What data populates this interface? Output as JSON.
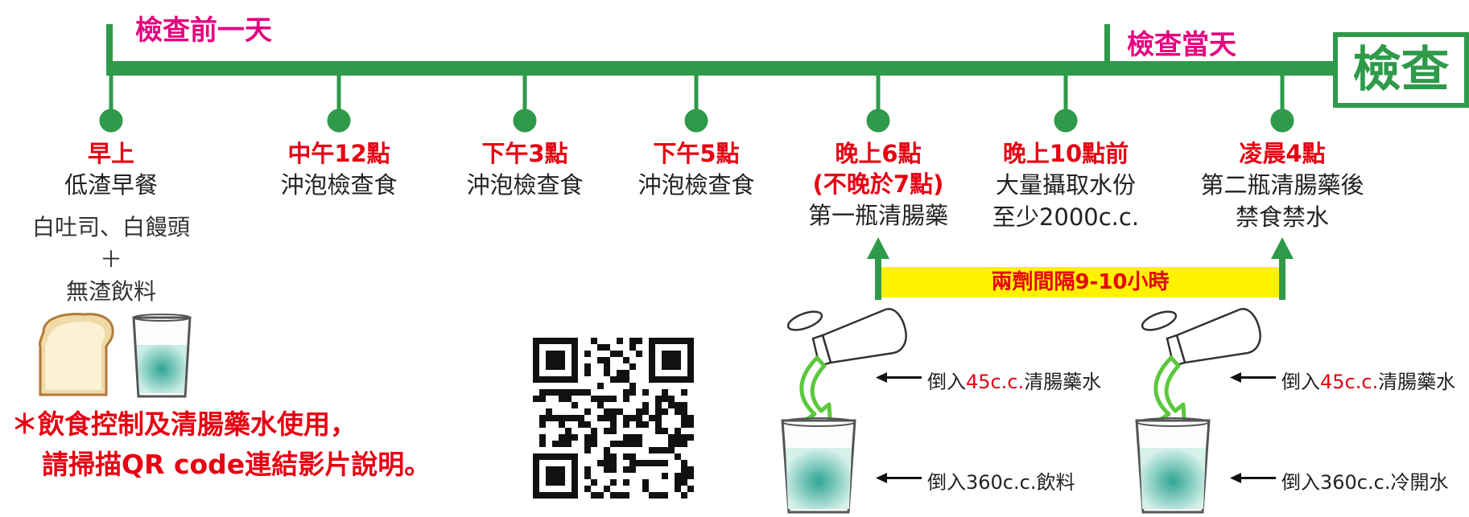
{
  "header": {
    "day_before": "檢查前一天",
    "exam_day": "檢查當天",
    "exam": "檢查"
  },
  "milestones": [
    {
      "time": "早上",
      "lines": [
        "低渣早餐"
      ]
    },
    {
      "time": "中午12點",
      "lines": [
        "沖泡檢查食"
      ]
    },
    {
      "time": "下午3點",
      "lines": [
        "沖泡檢查食"
      ]
    },
    {
      "time": "下午5點",
      "lines": [
        "沖泡檢查食"
      ]
    },
    {
      "time": "晚上6點",
      "time2": "(不晚於7點)",
      "lines": [
        "第一瓶清腸藥"
      ]
    },
    {
      "time": "晚上10點前",
      "lines": [
        "大量攝取水份",
        "至少2000c.c."
      ]
    },
    {
      "time": "凌晨4點",
      "lines": [
        "第二瓶清腸藥後",
        "禁食禁水"
      ]
    }
  ],
  "breakfast_detail": [
    "白吐司、白饅頭",
    "＋",
    "無渣飲料"
  ],
  "interval_label": "兩劑間隔9-10小時",
  "annotations": {
    "first_pour": {
      "prefix": "倒入",
      "highlight": "45c.c.",
      "suffix": "清腸藥水"
    },
    "first_fill": {
      "prefix": "倒入360c.c.",
      "suffix": "飲料"
    },
    "second_pour": {
      "prefix": "倒入",
      "highlight": "45c.c.",
      "suffix": "清腸藥水"
    },
    "second_fill": {
      "prefix": "倒入360c.c.",
      "suffix": "冷開水"
    }
  },
  "note": {
    "line1": "＊飲食控制及清腸藥水使用，",
    "line2": "請掃描QR code連結影片說明。"
  },
  "colors": {
    "timeline_green": "#2e9a4a",
    "title_pink": "#e4007f",
    "time_red": "#e60012",
    "interval_yellow": "#fff200",
    "arrow_green": "#5cc83c",
    "liquid_teal": "#3fb39b"
  },
  "icons": [
    "bread-icon",
    "glass-icon",
    "qr-code",
    "bottle-icon",
    "pour-arrow-icon",
    "left-arrow-icon"
  ]
}
